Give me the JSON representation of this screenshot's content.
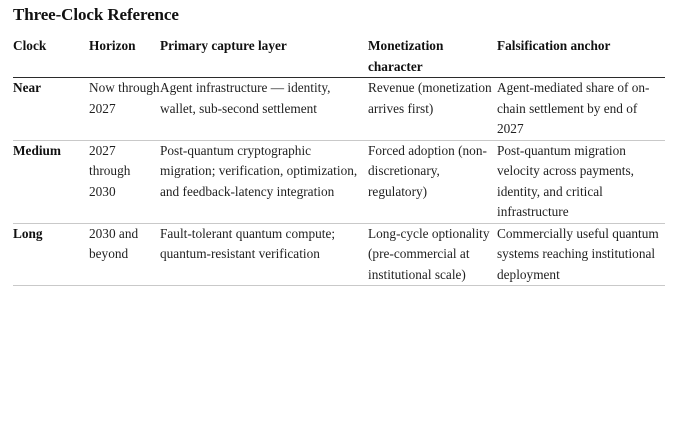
{
  "document": {
    "title": "Three-Clock Reference"
  },
  "table": {
    "columns": [
      {
        "key": "clock",
        "label": "Clock"
      },
      {
        "key": "horizon",
        "label": "Horizon"
      },
      {
        "key": "primary_capture_layer",
        "label": "Primary capture layer"
      },
      {
        "key": "monetization_character",
        "label": "Monetization character"
      },
      {
        "key": "falsification_anchor",
        "label": "Falsification anchor"
      }
    ],
    "rows": [
      {
        "clock": "Near",
        "horizon": "Now through 2027",
        "primary_capture_layer": "Agent infrastructure — identity, wallet, sub-second settlement",
        "monetization_character": "Revenue (monetization arrives first)",
        "falsification_anchor": "Agent-mediated share of on-chain settlement by end of 2027"
      },
      {
        "clock": "Medium",
        "horizon": "2027 through 2030",
        "primary_capture_layer": "Post-quantum cryptographic migration; verification, optimization, and feedback-latency integration",
        "monetization_character": "Forced adoption (non-discretionary, regulatory)",
        "falsification_anchor": "Post-quantum migration velocity across payments, identity, and critical infrastructure"
      },
      {
        "clock": "Long",
        "horizon": "2030 and beyond",
        "primary_capture_layer": "Fault-tolerant quantum compute; quantum-resistant verification",
        "monetization_character": "Long-cycle optionality (pre-commercial at institutional scale)",
        "falsification_anchor": "Commercially useful quantum systems reaching institutional deployment"
      }
    ]
  },
  "style": {
    "background": "#ffffff",
    "text_color": "#1f1f1f",
    "heading_color": "#111111",
    "header_rule_color": "#2b2b2b",
    "row_rule_color": "#c9c9c9"
  }
}
